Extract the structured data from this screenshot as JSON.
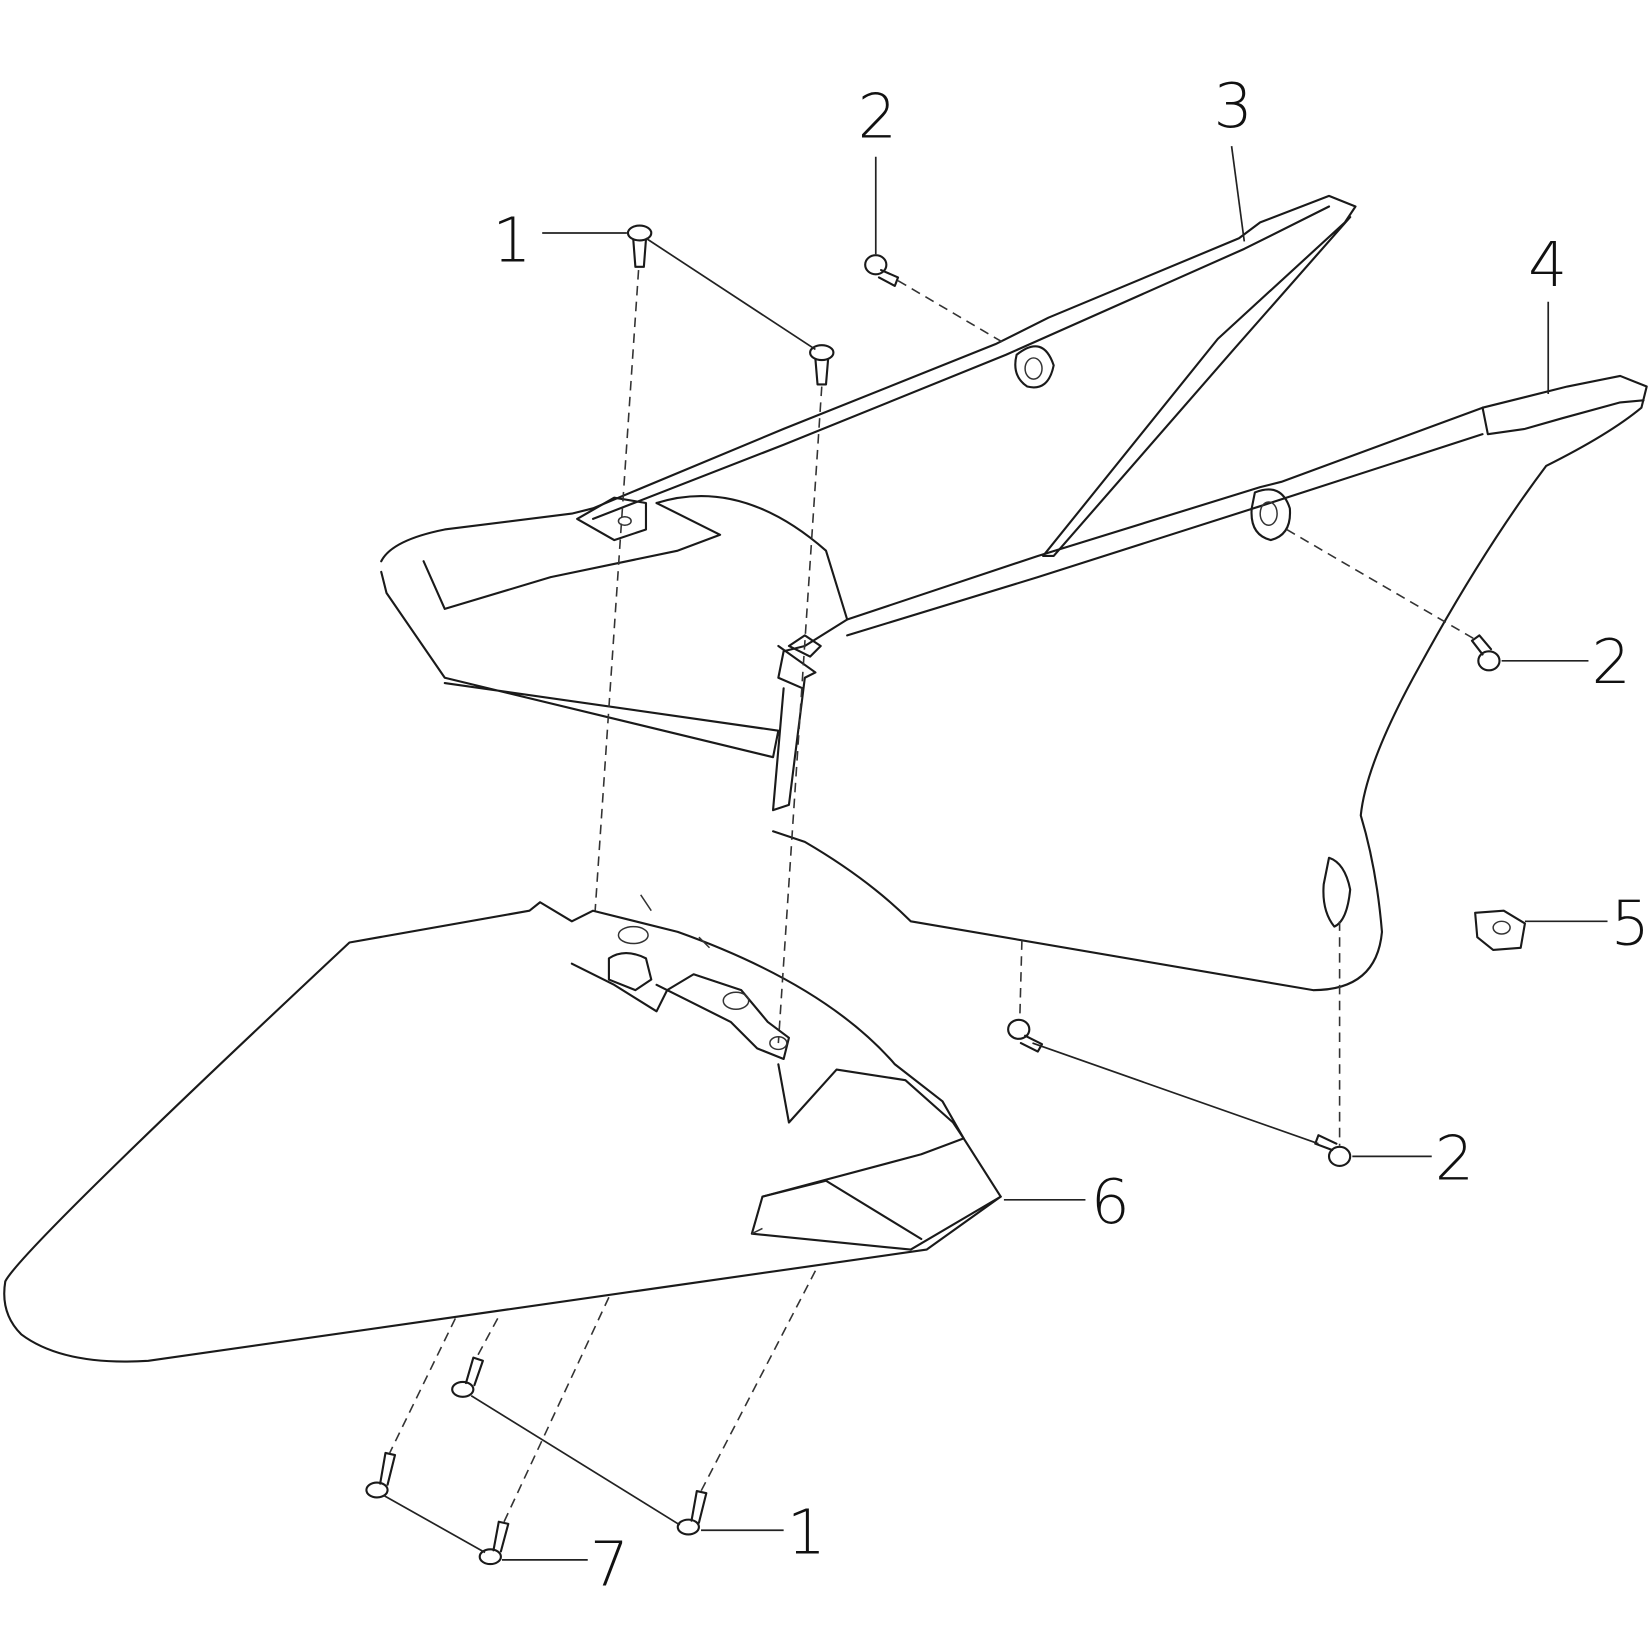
{
  "diagram": {
    "type": "exploded parts diagram",
    "callouts": [
      {
        "id": "c1a",
        "label": "1"
      },
      {
        "id": "c2a",
        "label": "2"
      },
      {
        "id": "c3",
        "label": "3"
      },
      {
        "id": "c4",
        "label": "4"
      },
      {
        "id": "c2b",
        "label": "2"
      },
      {
        "id": "c5",
        "label": "5"
      },
      {
        "id": "c2c",
        "label": "2"
      },
      {
        "id": "c6",
        "label": "6"
      },
      {
        "id": "c1b",
        "label": "1"
      },
      {
        "id": "c7",
        "label": "7"
      }
    ],
    "line_color": "#1a1a1a",
    "background": "#ffffff"
  }
}
